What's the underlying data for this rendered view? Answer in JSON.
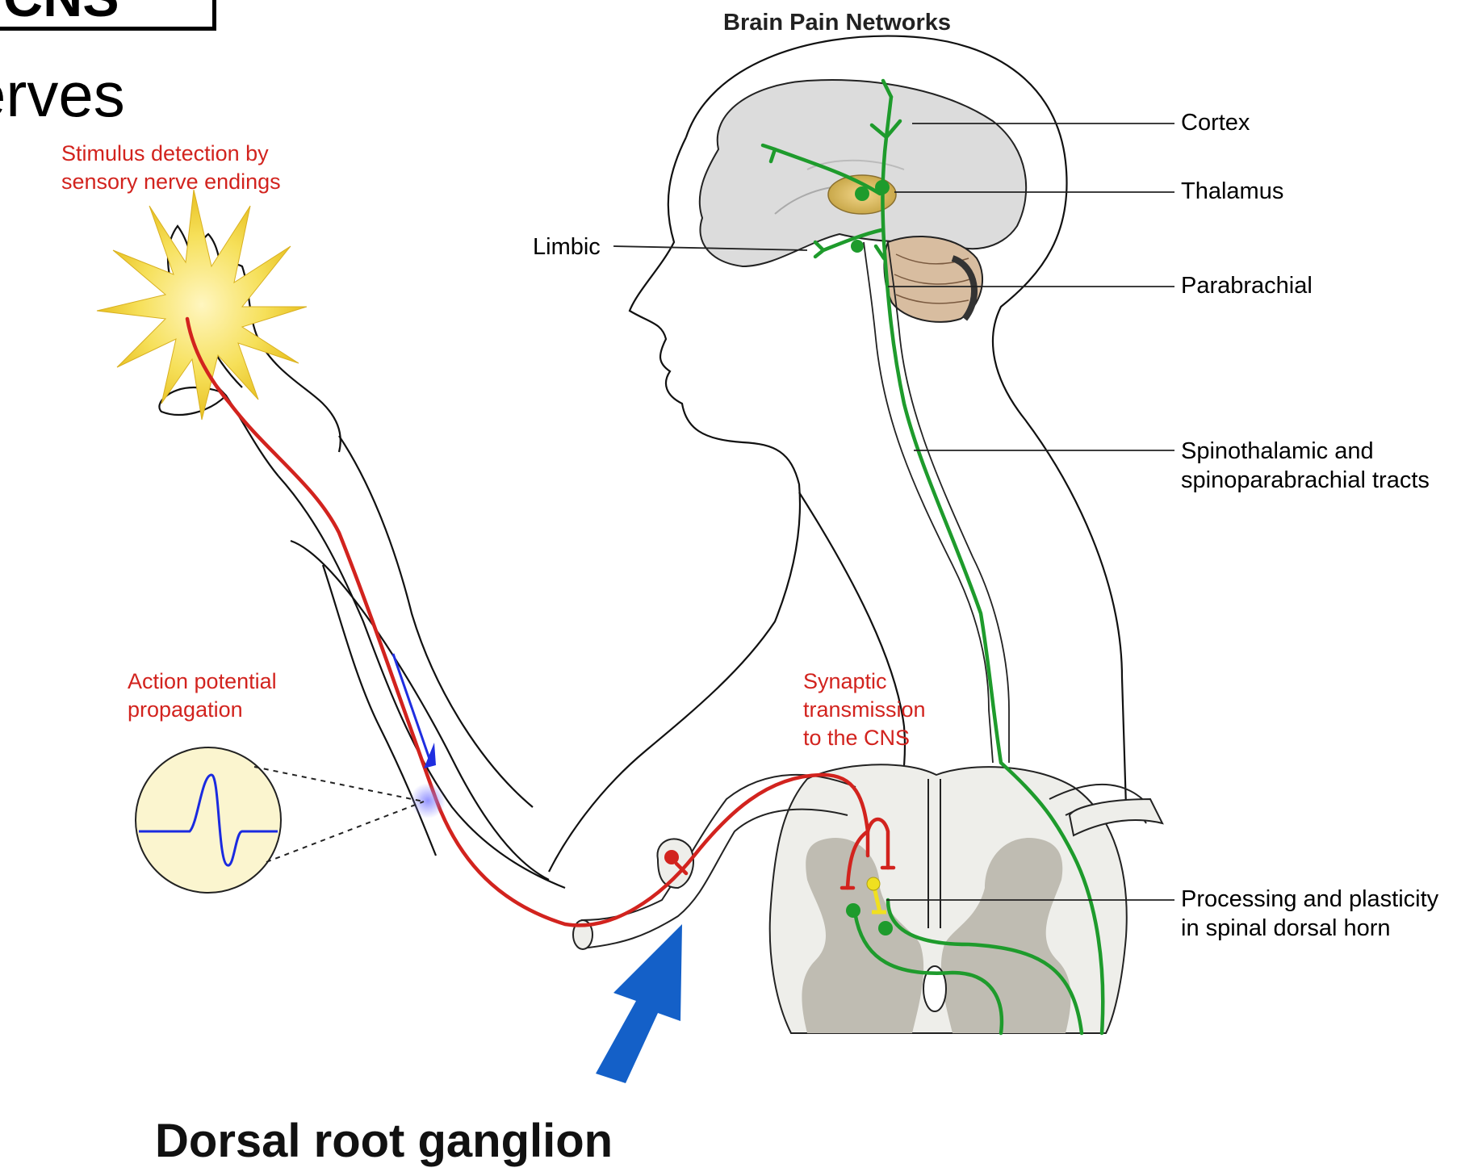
{
  "header": {
    "corner_fragment": "CNS",
    "nerves_fragment": "erves",
    "diagram_title": "Brain Pain Networks"
  },
  "stages": {
    "stimulus": [
      "Stimulus detection by",
      "sensory nerve endings"
    ],
    "action_potential": [
      "Action potential",
      "propagation"
    ],
    "synaptic": [
      "Synaptic",
      "transmission",
      "to the CNS"
    ]
  },
  "labels": {
    "cortex": "Cortex",
    "thalamus": "Thalamus",
    "limbic": "Limbic",
    "parabrachial": "Parabrachial",
    "tracts": [
      "Spinothalamic and",
      "spinoparabrachial tracts"
    ],
    "processing": [
      "Processing and plasticity",
      "in spinal dorsal horn"
    ]
  },
  "callout": "Dorsal root ganglion",
  "colors": {
    "nociceptor": "#d2231e",
    "ascending_pathway": "#1e9b2c",
    "interneuron": "#f0e020",
    "arrow": "#1460c8",
    "gray_matter": "#bfbcb2",
    "brain": "#dcdcdc"
  }
}
